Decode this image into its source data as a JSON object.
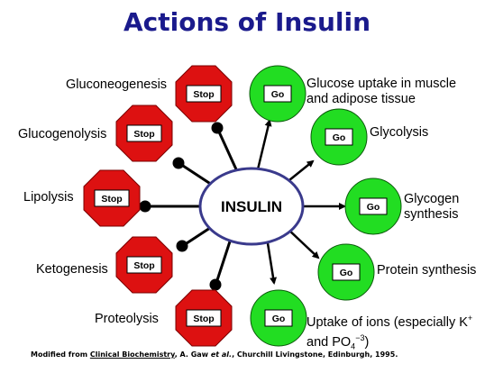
{
  "title": "Actions of Insulin",
  "center": "INSULIN",
  "stop_label": "Stop",
  "go_label": "Go",
  "colors": {
    "stop_fill": "#dd1111",
    "go_fill": "#22dd22",
    "title": "#1a1a8c",
    "ellipse_stroke": "#3a3a8c"
  },
  "stop_actions": [
    {
      "label": "Gluconeogenesis"
    },
    {
      "label": "Glucogenolysis"
    },
    {
      "label": "Lipolysis"
    },
    {
      "label": "Ketogenesis"
    },
    {
      "label": "Proteolysis"
    }
  ],
  "go_actions": [
    {
      "line1": "Glucose uptake in muscle",
      "line2": "and adipose tissue"
    },
    {
      "line1": "Glycolysis"
    },
    {
      "line1": "Glycogen",
      "line2": "synthesis"
    },
    {
      "line1": "Protein synthesis"
    },
    {
      "line1": "Uptake of ions (especially K",
      "sup": "+",
      "line2_pre": "and PO",
      "sub": "4",
      "line2_sup": "−3",
      "line2_post": ")"
    }
  ],
  "caption": {
    "prefix": "Modified from ",
    "source": "Clinical Biochemistry",
    "middle": ", A. Gaw ",
    "etal": "et al.",
    "suffix": ", Churchill Livingstone, Edinburgh, 1995."
  }
}
